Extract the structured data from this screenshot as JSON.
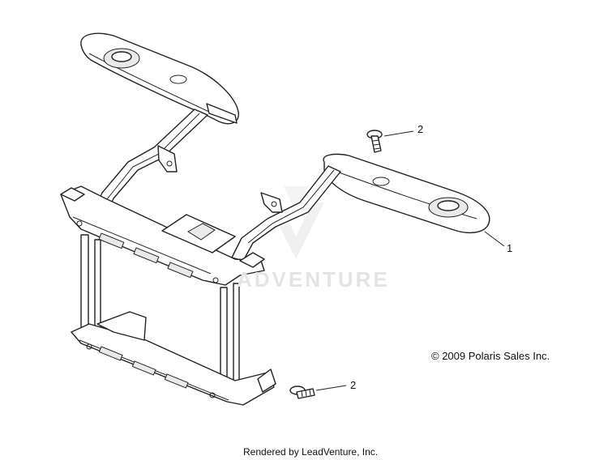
{
  "callouts": {
    "bolt_upper": "2",
    "armrest_assembly": "1",
    "bolt_lower": "2"
  },
  "watermark": {
    "text": "ADVENTURE"
  },
  "copyright": "© 2009 Polaris Sales Inc.",
  "footer": "Rendered by LeadVenture, Inc."
}
